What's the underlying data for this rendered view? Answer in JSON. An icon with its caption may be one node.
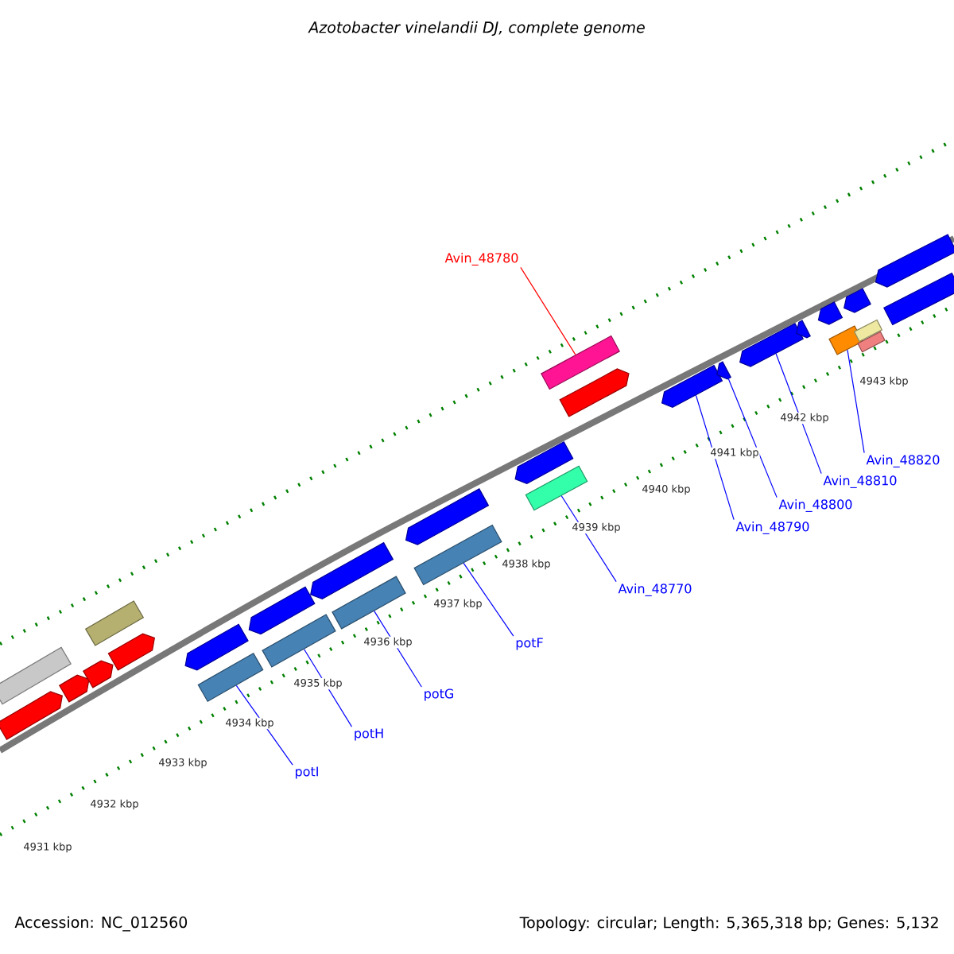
{
  "diagram": {
    "title": "Azotobacter vinelandii DJ, complete genome",
    "nodes": [
      {
        "text": [
          "potI"
        ]
      },
      {
        "text": [
          "potH"
        ]
      },
      {
        "text": [
          "potG"
        ]
      },
      {
        "text": [
          "potF"
        ]
      },
      {
        "text": [
          "Avin_48770"
        ]
      },
      {
        "text": [
          "Avin_48790"
        ]
      },
      {
        "text": [
          "Avin_48800"
        ]
      },
      {
        "text": [
          "Avin_48810"
        ]
      },
      {
        "text": [
          "Avin_48820"
        ]
      },
      {
        "text": [
          "Avin_48780"
        ]
      },
      {
        "text": [],
        "shape": "arrow"
      },
      {
        "text": [],
        "shape": "bar"
      },
      {
        "text": [],
        "shape": "arrow"
      },
      {
        "text": [],
        "shape": "arrow"
      },
      {
        "text": [],
        "shape": "bar"
      },
      {
        "text": [],
        "shape": "arrow"
      },
      {
        "text": [],
        "shape": "arrow"
      },
      {
        "text": [],
        "shape": "bar"
      },
      {
        "text": [],
        "shape": "arrow"
      },
      {
        "text": [],
        "shape": "bar"
      },
      {
        "text": [],
        "shape": "arrow"
      },
      {
        "text": [],
        "shape": "bar"
      },
      {
        "text": [],
        "shape": "arrow"
      },
      {
        "text": [],
        "shape": "bar"
      },
      {
        "text": [],
        "shape": "arrow"
      },
      {
        "text": [],
        "shape": "bar"
      },
      {
        "text": [],
        "shape": "bar"
      },
      {
        "text": [],
        "shape": "arrow"
      },
      {
        "text": [],
        "shape": "arrow"
      },
      {
        "text": [],
        "shape": "arrow"
      },
      {
        "text": [],
        "shape": "arrow"
      },
      {
        "text": [],
        "shape": "arrow"
      },
      {
        "text": [],
        "shape": "arrow"
      },
      {
        "text": [],
        "shape": "bar"
      },
      {
        "text": [],
        "shape": "arrow"
      },
      {
        "text": [],
        "shape": "bar"
      },
      {
        "text": [],
        "shape": "bar"
      },
      {
        "text": [],
        "shape": "arrow"
      },
      {
        "text": [],
        "shape": "bar"
      }
    ],
    "edges": [
      {
        "from": 0,
        "to": 17,
        "arrow": "none"
      },
      {
        "from": 1,
        "to": 19,
        "arrow": "none"
      },
      {
        "from": 2,
        "to": 21,
        "arrow": "none"
      },
      {
        "from": 3,
        "to": 23,
        "arrow": "none"
      },
      {
        "from": 4,
        "to": 25,
        "arrow": "none"
      },
      {
        "from": 5,
        "to": 28,
        "arrow": "none"
      },
      {
        "from": 6,
        "to": 29,
        "arrow": "none"
      },
      {
        "from": 7,
        "to": 30,
        "arrow": "none"
      },
      {
        "from": 8,
        "to": 33,
        "arrow": "none"
      },
      {
        "from": 9,
        "to": 26,
        "arrow": "none",
        "color": "#ff0000"
      }
    ],
    "labels": [
      "4943 kbp",
      "4942 kbp",
      "4941 kbp",
      "4940 kbp",
      "4939 kbp",
      "4938 kbp",
      "4937 kbp",
      "4936 kbp",
      "4935 kbp",
      "4934 kbp",
      "4933 kbp",
      "4932 kbp",
      "4931 kbp",
      "Accession: NC_012560",
      "Topology: circular; Length: 5,365,318 bp; Genes: 5,132"
    ]
  }
}
